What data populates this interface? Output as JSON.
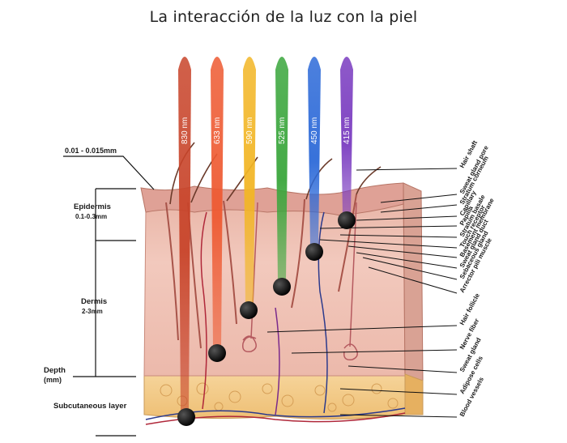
{
  "title": "La interacción de la luz con la piel",
  "beams": [
    {
      "label": "830 nm",
      "color": "#c8442a"
    },
    {
      "label": "633 nm",
      "color": "#ee5a32"
    },
    {
      "label": "590 nm",
      "color": "#f2b626"
    },
    {
      "label": "525 nm",
      "color": "#3aa63c"
    },
    {
      "label": "450 nm",
      "color": "#2d6ad8"
    },
    {
      "label": "415 nm",
      "color": "#7a3cc0"
    }
  ],
  "left_labels": {
    "stratum": "0.01 - 0.015mm",
    "epidermis": "Epidermis",
    "epidermis_depth": "0.1-0.3mm",
    "dermis": "Dermis",
    "dermis_depth": "2-3mm",
    "depth": "Depth",
    "depth_unit": "(mm)",
    "subcutaneous": "Subcutaneous layer"
  },
  "right_labels": [
    "Hair shaft",
    "Sweat gland pore",
    "Stratum corneum",
    "Capillary",
    "Papilla",
    "Stratum basale",
    "Touch receptor",
    "Basement membrane",
    "Sweat gland duct",
    "Sebaceous gland",
    "Arrector pili muscle",
    "Hair follicle",
    "Nerve fiber",
    "Sweat gland",
    "Adipose cells",
    "Blood vessels"
  ]
}
